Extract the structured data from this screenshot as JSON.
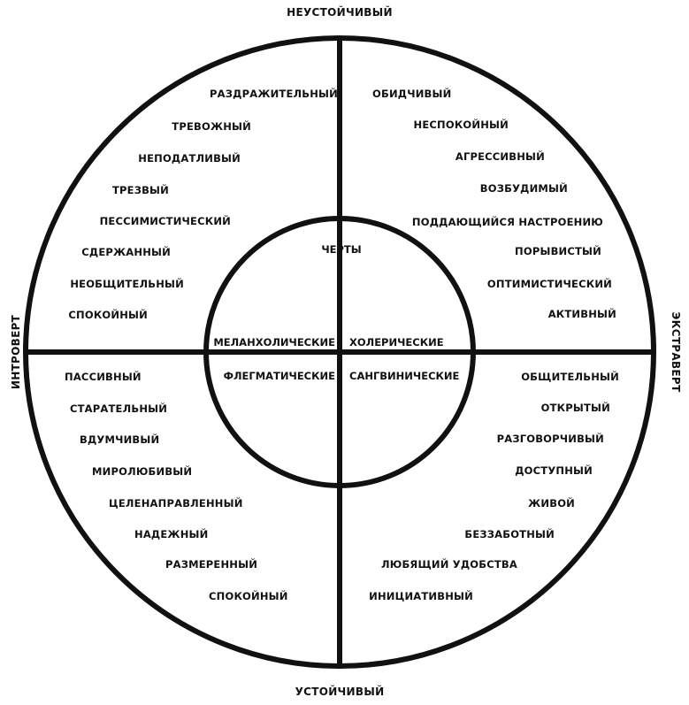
{
  "axes": {
    "top": "НЕУСТОЙЧИВЫЙ",
    "bottom": "УСТОЙЧИВЫЙ",
    "left": "ИНТРОВЕРТ",
    "right": "ЭКСТРАВЕРТ"
  },
  "center": {
    "title": "ЧЕРТЫ",
    "top_left": "МЕЛАНХОЛИЧЕСКИЕ",
    "top_right": "ХОЛЕРИЧЕСКИЕ",
    "bottom_left": "ФЛЕГМАТИЧЕСКИЕ",
    "bottom_right": "САНГВИНИЧЕСКИЕ"
  },
  "quadrants": {
    "top_left": [
      "РАЗДРАЖИТЕЛЬНЫЙ",
      "ТРЕВОЖНЫЙ",
      "НЕПОДАТЛИВЫЙ",
      "ТРЕЗВЫЙ",
      "ПЕССИМИСТИЧЕСКИЙ",
      "СДЕРЖАННЫЙ",
      "НЕОБЩИТЕЛЬНЫЙ",
      "СПОКОЙНЫЙ"
    ],
    "top_right": [
      "ОБИДЧИВЫЙ",
      "НЕСПОКОЙНЫЙ",
      "АГРЕССИВНЫЙ",
      "ВОЗБУДИМЫЙ",
      "ПОДДАЮЩИЙСЯ НАСТРОЕНИЮ",
      "ПОРЫВИСТЫЙ",
      "ОПТИМИСТИЧЕСКИЙ",
      "АКТИВНЫЙ"
    ],
    "bottom_left": [
      "ПАССИВНЫЙ",
      "СТАРАТЕЛЬНЫЙ",
      "ВДУМЧИВЫЙ",
      "МИРОЛЮБИВЫЙ",
      "ЦЕЛЕНАПРАВЛЕННЫЙ",
      "НАДЕЖНЫЙ",
      "РАЗМЕРЕННЫЙ",
      "СПОКОЙНЫЙ"
    ],
    "bottom_right": [
      "ОБЩИТЕЛЬНЫЙ",
      "ОТКРЫТЫЙ",
      "РАЗГОВОРЧИВЫЙ",
      "ДОСТУПНЫЙ",
      "ЖИВОЙ",
      "БЕЗЗАБОТНЫЙ",
      "ЛЮБЯЩИЙ УДОБСТВА",
      "ИНИЦИАТИВНЫЙ"
    ]
  },
  "colors": {
    "ink": "#111111",
    "background": "#ffffff"
  }
}
